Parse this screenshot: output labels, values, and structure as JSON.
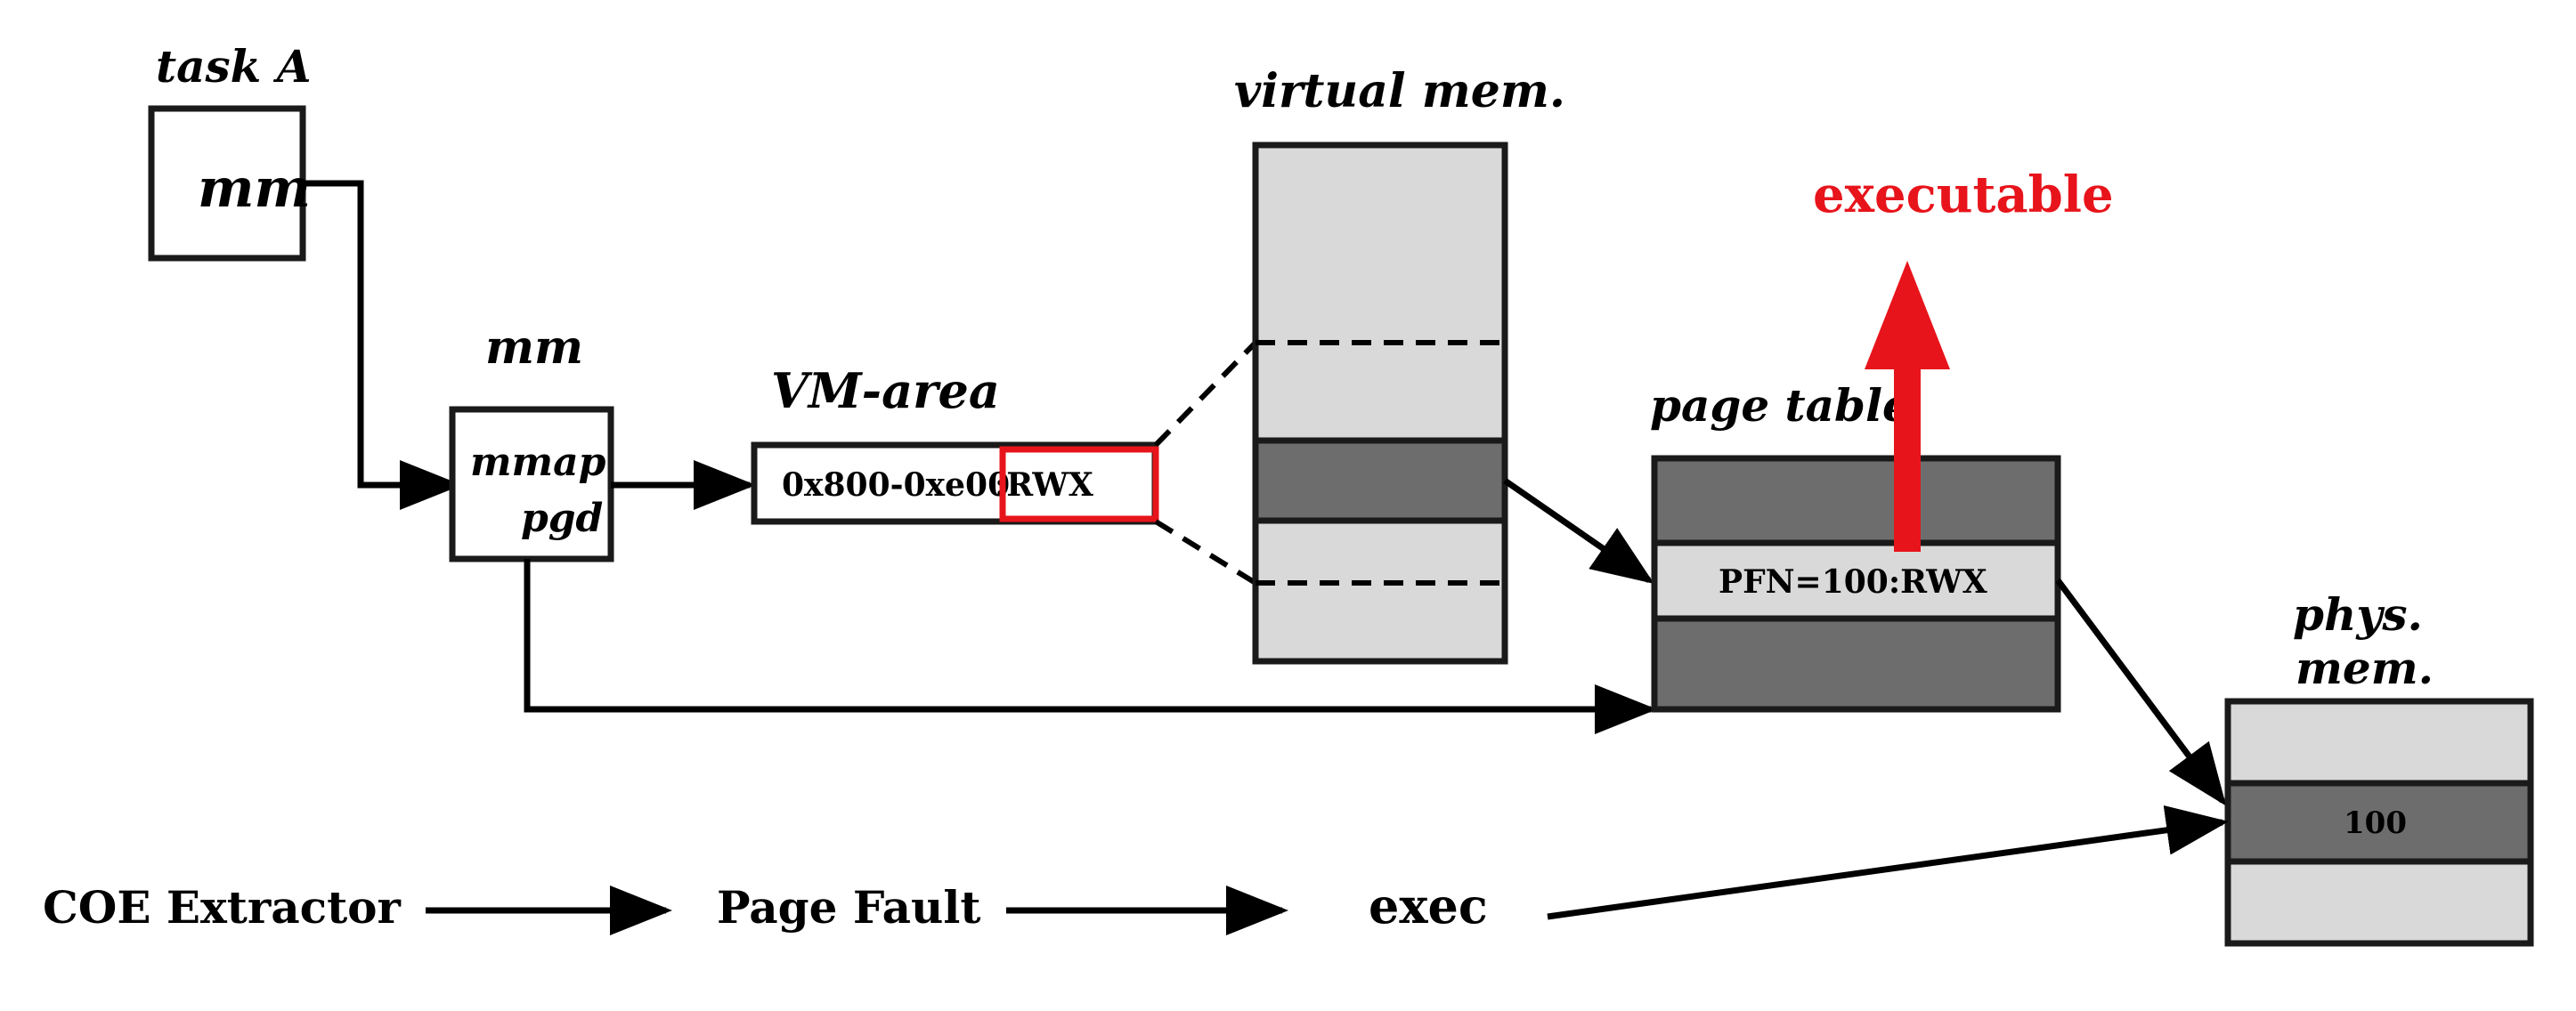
{
  "labels": {
    "task_a": "task A",
    "task_mm": "mm",
    "mm_title": "mm",
    "mm_mmap": "mmap",
    "mm_pgd": "pgd",
    "vm_area_title": "VM-area",
    "vm_area_range": "0x800-0xe00",
    "vm_area_perm": ":RWX",
    "virtual_mem_title": "virtual mem.",
    "page_table_title": "page table",
    "page_table_entry": "PFN=100:RWX",
    "executable": "executable",
    "phys_mem_title_1": "phys.",
    "phys_mem_title_2": "mem.",
    "phys_frame": "100"
  },
  "flow": {
    "step1": "COE Extractor",
    "step2": "Page Fault",
    "step3": "exec"
  },
  "colors": {
    "light_fill": "#d9d9d9",
    "dark_fill": "#6d6d6d",
    "highlight": "#e8141b",
    "stroke": "#1a1a1a"
  }
}
